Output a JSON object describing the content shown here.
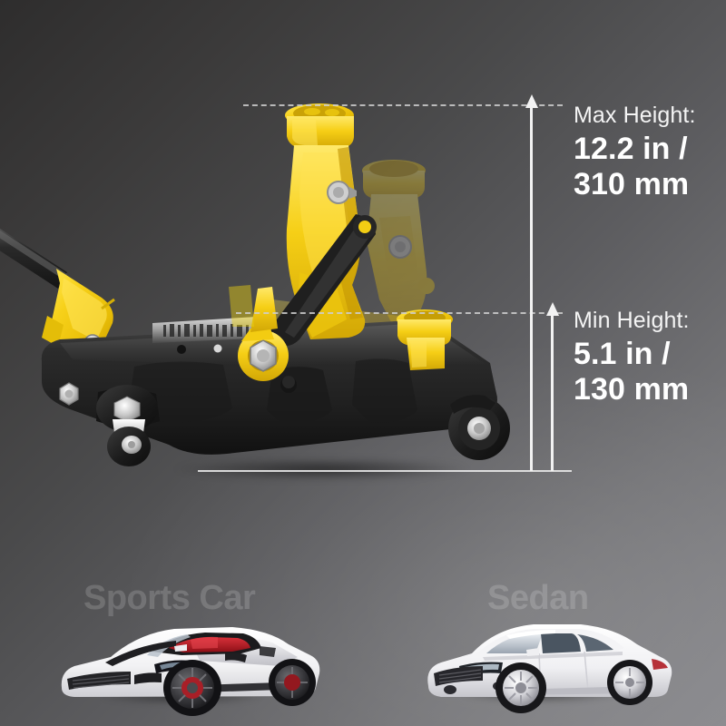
{
  "product": {
    "name": "hydraulic-floor-jack",
    "colors": {
      "body_black": "#232323",
      "accent_yellow": "#f5cf16",
      "yellow_dark": "#d9ae09",
      "yellow_light": "#ffe14d",
      "steel": "#c9c9c9",
      "background_dark": "#2e2d2d",
      "background_light": "#88888c",
      "measure_white": "#f2f2f2",
      "dash_gray": "#cfcfcf"
    }
  },
  "measurements": [
    {
      "id": "max-height",
      "label": "Max Height:",
      "value": "12.2 in /",
      "value_line2": "310 mm",
      "inches": 12.2,
      "millimeters": 310
    },
    {
      "id": "min-height",
      "label": "Min Height:",
      "value": "5.1 in /",
      "value_line2": "130 mm",
      "inches": 5.1,
      "millimeters": 130
    }
  ],
  "vehicles": [
    {
      "id": "sports-car",
      "label": "Sports Car",
      "body_color": "#ffffff",
      "interior_color": "#b4121c"
    },
    {
      "id": "sedan",
      "label": "Sedan",
      "body_color": "#ffffff",
      "interior_color": "#2a2a2e"
    }
  ]
}
